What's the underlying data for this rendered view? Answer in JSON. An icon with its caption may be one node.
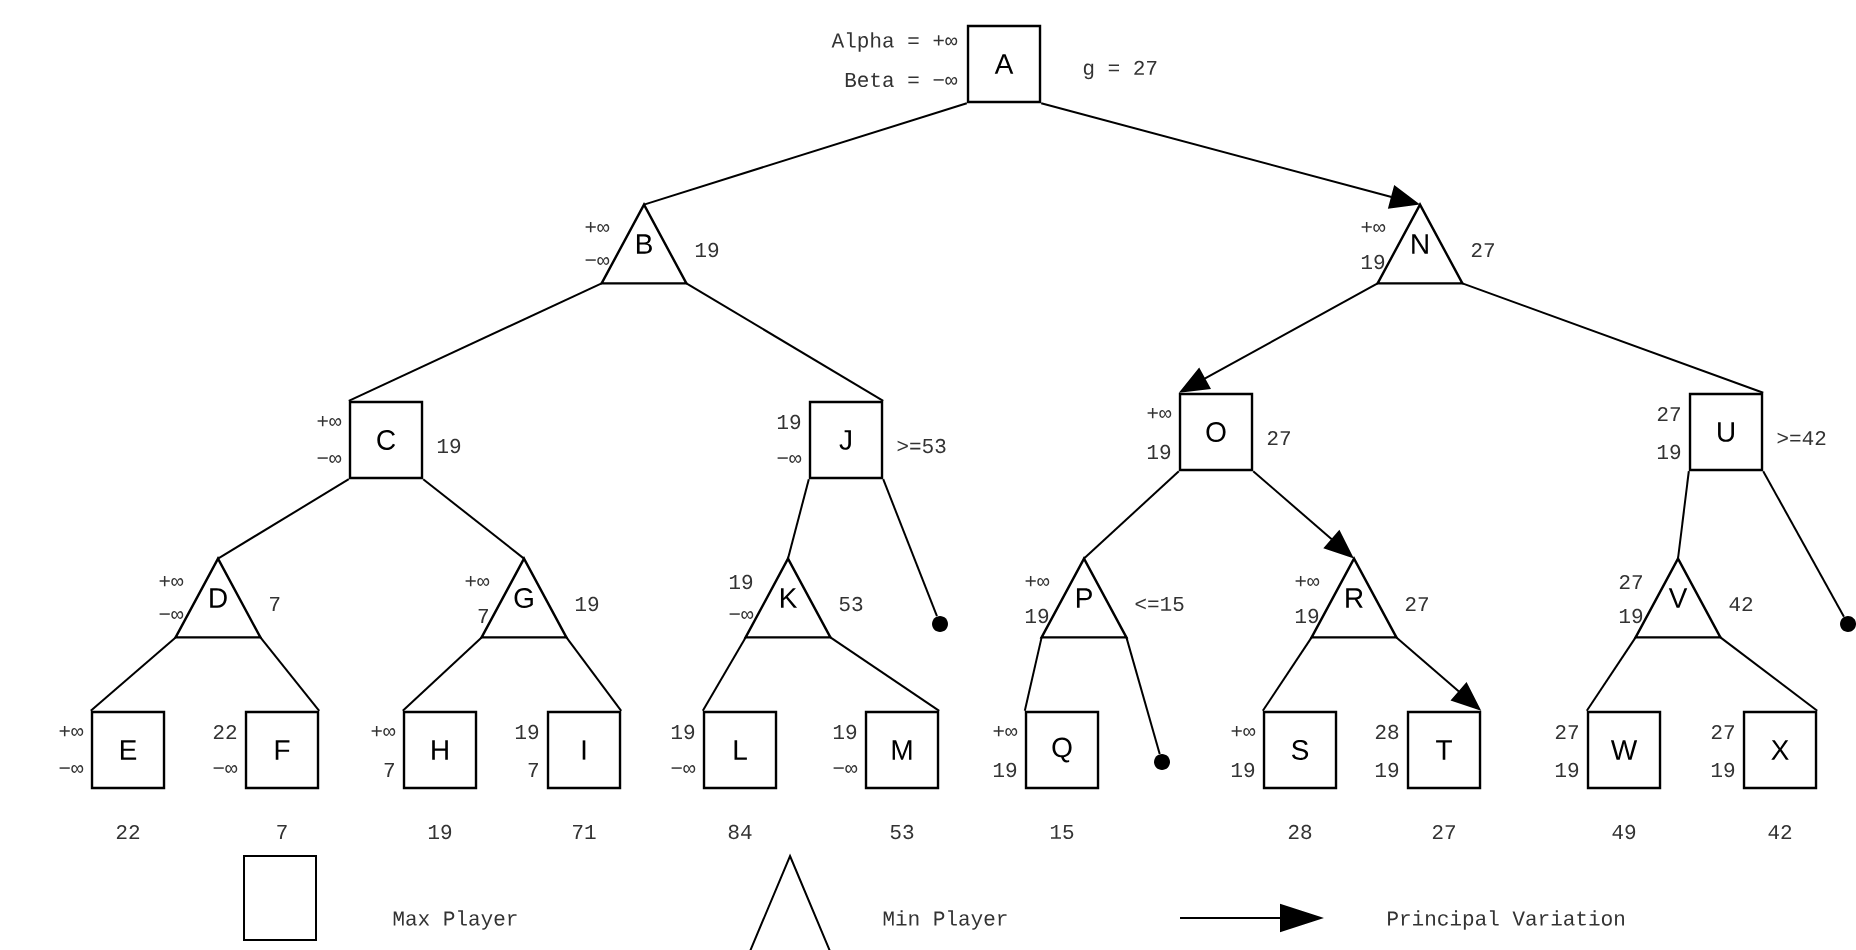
{
  "diagram": {
    "nodes": [
      {
        "text": [
          "A"
        ],
        "beside": [
          "Alpha = +∞",
          "Beta = −∞",
          "g = 27"
        ]
      },
      {
        "text": [
          "B"
        ],
        "beside": [
          "+∞",
          "−∞",
          "19"
        ]
      },
      {
        "text": [
          "C"
        ],
        "beside": [
          "+∞",
          "−∞",
          "19"
        ]
      },
      {
        "text": [
          "D"
        ],
        "beside": [
          "+∞",
          "−∞",
          "7"
        ]
      },
      {
        "text": [
          "E"
        ],
        "beside": [
          "+∞",
          "−∞",
          "22"
        ]
      },
      {
        "text": [
          "F"
        ],
        "beside": [
          "22",
          "−∞",
          "7"
        ]
      },
      {
        "text": [
          "G"
        ],
        "beside": [
          "+∞",
          "7",
          "19"
        ]
      },
      {
        "text": [
          "H"
        ],
        "beside": [
          "+∞",
          "7",
          "19"
        ]
      },
      {
        "text": [
          "I"
        ],
        "beside": [
          "19",
          "7",
          "71"
        ]
      },
      {
        "text": [
          "J"
        ],
        "beside": [
          "19",
          "−∞",
          ">=53"
        ]
      },
      {
        "text": [
          "K"
        ],
        "beside": [
          "19",
          "−∞",
          "53"
        ]
      },
      {
        "text": [
          "L"
        ],
        "beside": [
          "19",
          "−∞",
          "84"
        ]
      },
      {
        "text": [
          "M"
        ],
        "beside": [
          "19",
          "−∞",
          "53"
        ]
      },
      {
        "text": [
          "N"
        ],
        "beside": [
          "+∞",
          "19",
          "27"
        ]
      },
      {
        "text": [
          "O"
        ],
        "beside": [
          "+∞",
          "19",
          "27"
        ]
      },
      {
        "text": [
          "P"
        ],
        "beside": [
          "+∞",
          "19",
          "<=15"
        ]
      },
      {
        "text": [
          "Q"
        ],
        "beside": [
          "+∞",
          "19",
          "15"
        ]
      },
      {
        "text": [
          "R"
        ],
        "beside": [
          "+∞",
          "19",
          "27"
        ]
      },
      {
        "text": [
          "S"
        ],
        "beside": [
          "+∞",
          "19",
          "28"
        ]
      },
      {
        "text": [
          "T"
        ],
        "beside": [
          "28",
          "19",
          "27"
        ]
      },
      {
        "text": [
          "U"
        ],
        "beside": [
          "27",
          "19",
          ">=42"
        ]
      },
      {
        "text": [
          "V"
        ],
        "beside": [
          "27",
          "19",
          "42"
        ]
      },
      {
        "text": [
          "W"
        ],
        "beside": [
          "27",
          "19",
          "49"
        ]
      },
      {
        "text": [
          "X"
        ],
        "beside": [
          "27",
          "19",
          "42"
        ]
      },
      {
        "text": [],
        "shape": "circle"
      },
      {
        "text": [],
        "shape": "circle"
      },
      {
        "text": [],
        "shape": "circle"
      }
    ],
    "edges": [
      {
        "from": 0,
        "to": 1,
        "arrow": "none"
      },
      {
        "from": 0,
        "to": 13,
        "arrow": "to"
      },
      {
        "from": 1,
        "to": 2,
        "arrow": "none"
      },
      {
        "from": 1,
        "to": 9,
        "arrow": "none"
      },
      {
        "from": 2,
        "to": 3,
        "arrow": "none"
      },
      {
        "from": 2,
        "to": 6,
        "arrow": "none"
      },
      {
        "from": 3,
        "to": 4,
        "arrow": "none"
      },
      {
        "from": 3,
        "to": 5,
        "arrow": "none"
      },
      {
        "from": 6,
        "to": 7,
        "arrow": "none"
      },
      {
        "from": 6,
        "to": 8,
        "arrow": "none"
      },
      {
        "from": 9,
        "to": 10,
        "arrow": "none"
      },
      {
        "from": 9,
        "to": 24,
        "arrow": "none"
      },
      {
        "from": 10,
        "to": 11,
        "arrow": "none"
      },
      {
        "from": 10,
        "to": 12,
        "arrow": "none"
      },
      {
        "from": 13,
        "to": 14,
        "arrow": "to"
      },
      {
        "from": 13,
        "to": 20,
        "arrow": "none"
      },
      {
        "from": 14,
        "to": 15,
        "arrow": "none"
      },
      {
        "from": 14,
        "to": 17,
        "arrow": "to"
      },
      {
        "from": 15,
        "to": 16,
        "arrow": "none"
      },
      {
        "from": 15,
        "to": 25,
        "arrow": "none"
      },
      {
        "from": 17,
        "to": 18,
        "arrow": "none"
      },
      {
        "from": 17,
        "to": 19,
        "arrow": "to"
      },
      {
        "from": 20,
        "to": 21,
        "arrow": "none"
      },
      {
        "from": 20,
        "to": 26,
        "arrow": "none"
      },
      {
        "from": 21,
        "to": 22,
        "arrow": "none"
      },
      {
        "from": 21,
        "to": 23,
        "arrow": "none"
      }
    ],
    "legend": [
      {
        "text": "Max Player"
      },
      {
        "text": "Min Player"
      },
      {
        "text": "Principal Variation"
      }
    ]
  }
}
